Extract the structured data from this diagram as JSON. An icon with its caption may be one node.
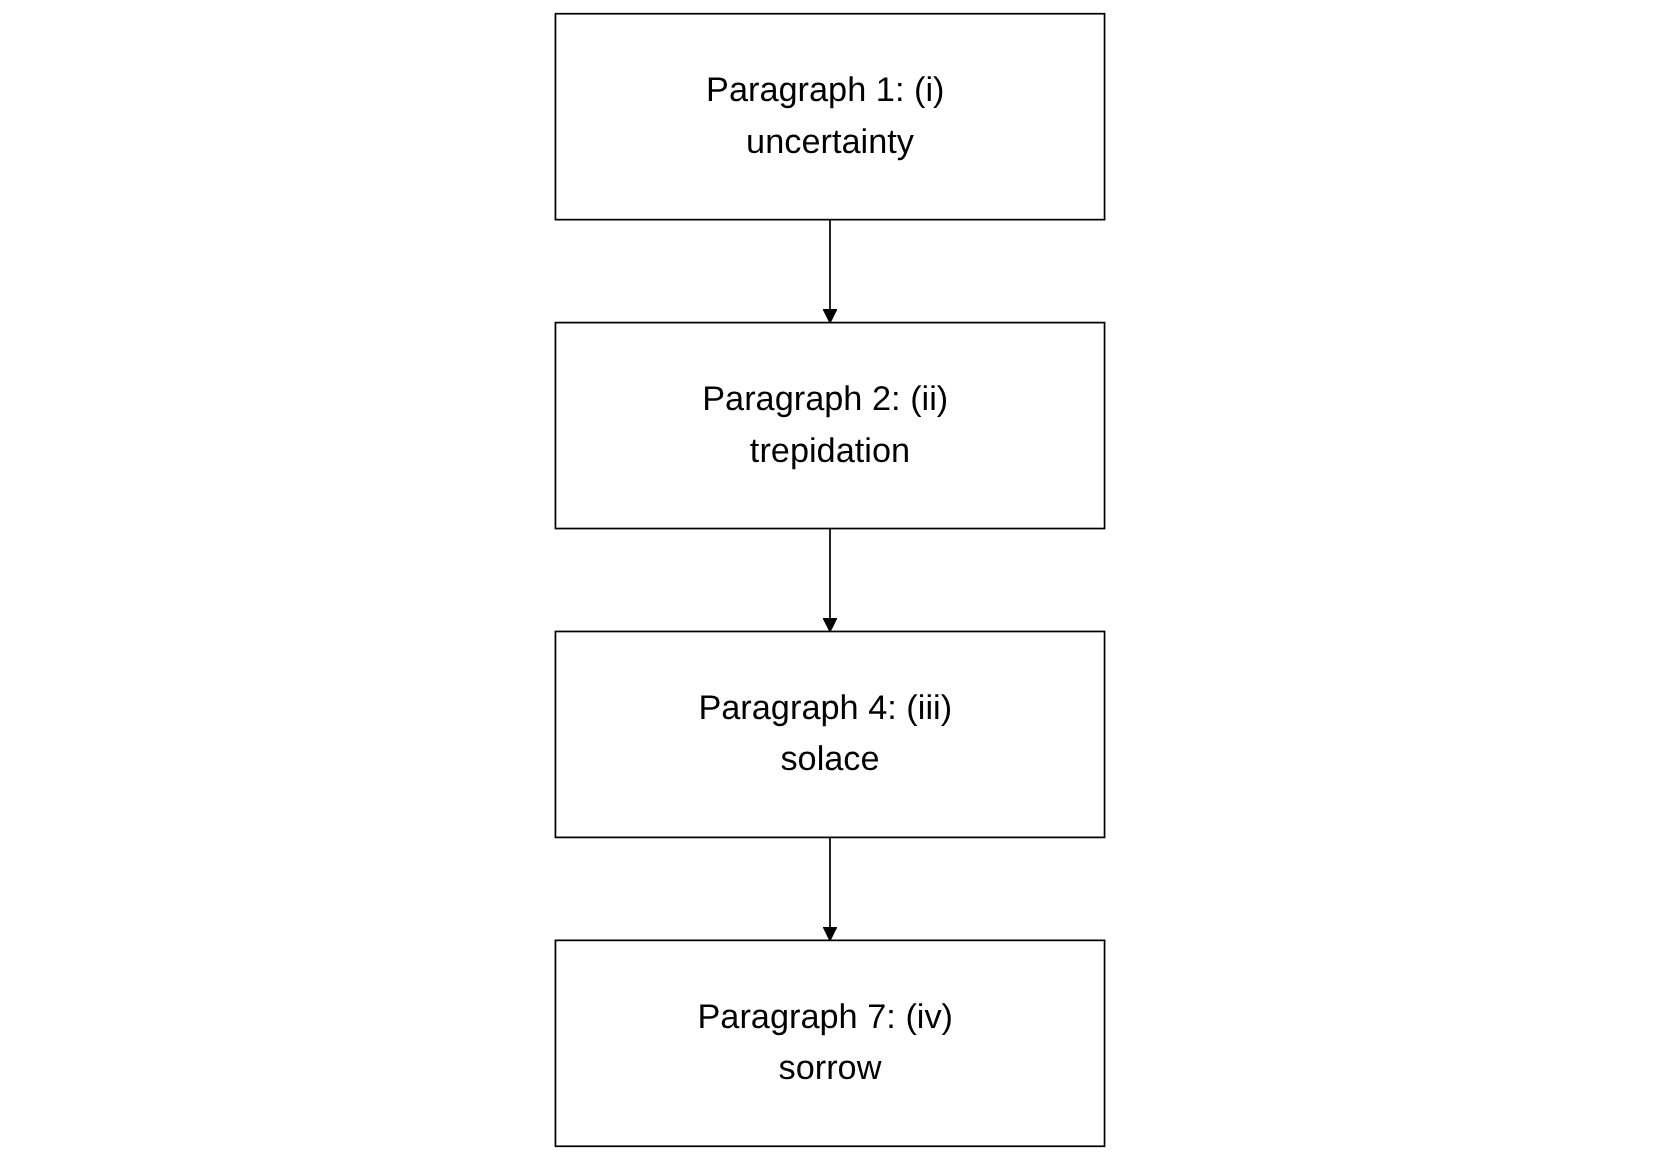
{
  "diagram": {
    "nodes": [
      {
        "text": [
          "Paragraph 1: (i) uncertainty"
        ]
      },
      {
        "text": [
          "Paragraph 2: (ii) trepidation"
        ]
      },
      {
        "text": [
          "Paragraph 4: (iii) solace"
        ]
      },
      {
        "text": [
          "Paragraph 7: (iv) sorrow"
        ]
      }
    ],
    "edges": [
      {
        "from": 0,
        "to": 1,
        "arrow": "to"
      },
      {
        "from": 1,
        "to": 2,
        "arrow": "to"
      },
      {
        "from": 2,
        "to": 3,
        "arrow": "to"
      }
    ]
  }
}
